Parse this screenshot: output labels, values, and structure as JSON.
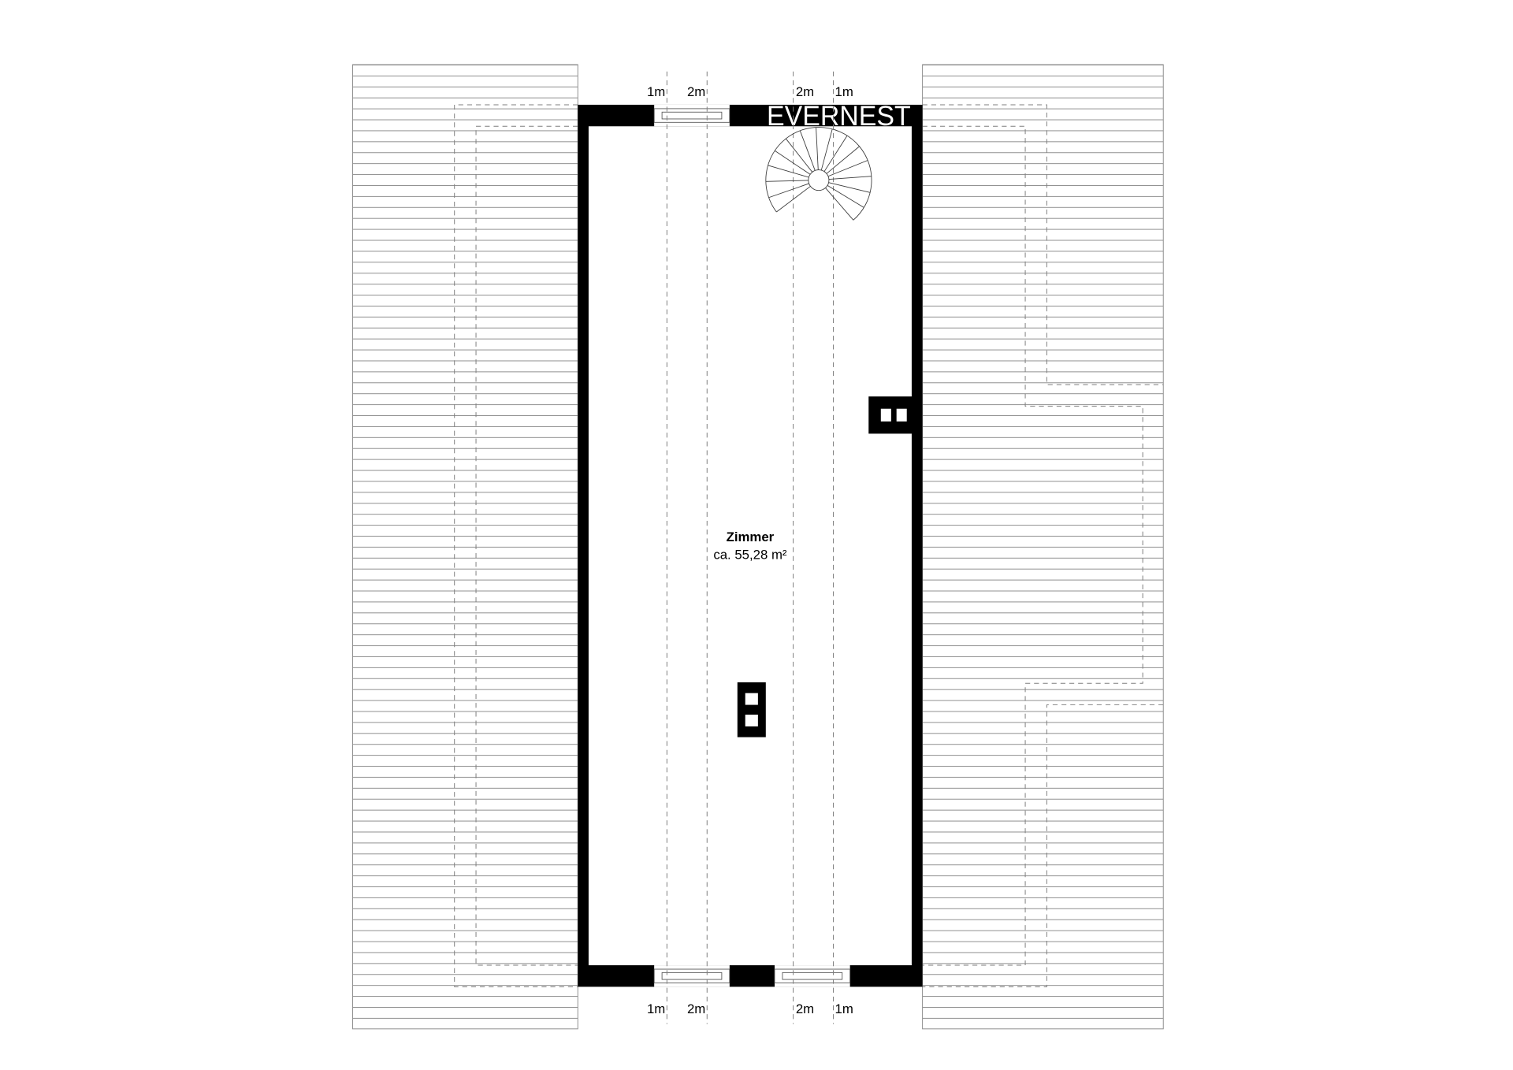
{
  "watermark": "EVERNEST",
  "room": {
    "name": "Zimmer",
    "area": "ca. 55,28 m²"
  },
  "dimension_labels": {
    "top": [
      "1m",
      "2m",
      "2m",
      "1m"
    ],
    "bottom": [
      "1m",
      "2m",
      "2m",
      "1m"
    ]
  },
  "icons": {
    "staircase": "spiral-staircase-icon",
    "chimney": "chimney-icon",
    "window": "window-icon"
  },
  "colors": {
    "background": "#ffffff",
    "wall": "#000000",
    "hatch": "#8f8f8f",
    "dashed": "#7f7f7f",
    "watermark": "#ffffff"
  }
}
